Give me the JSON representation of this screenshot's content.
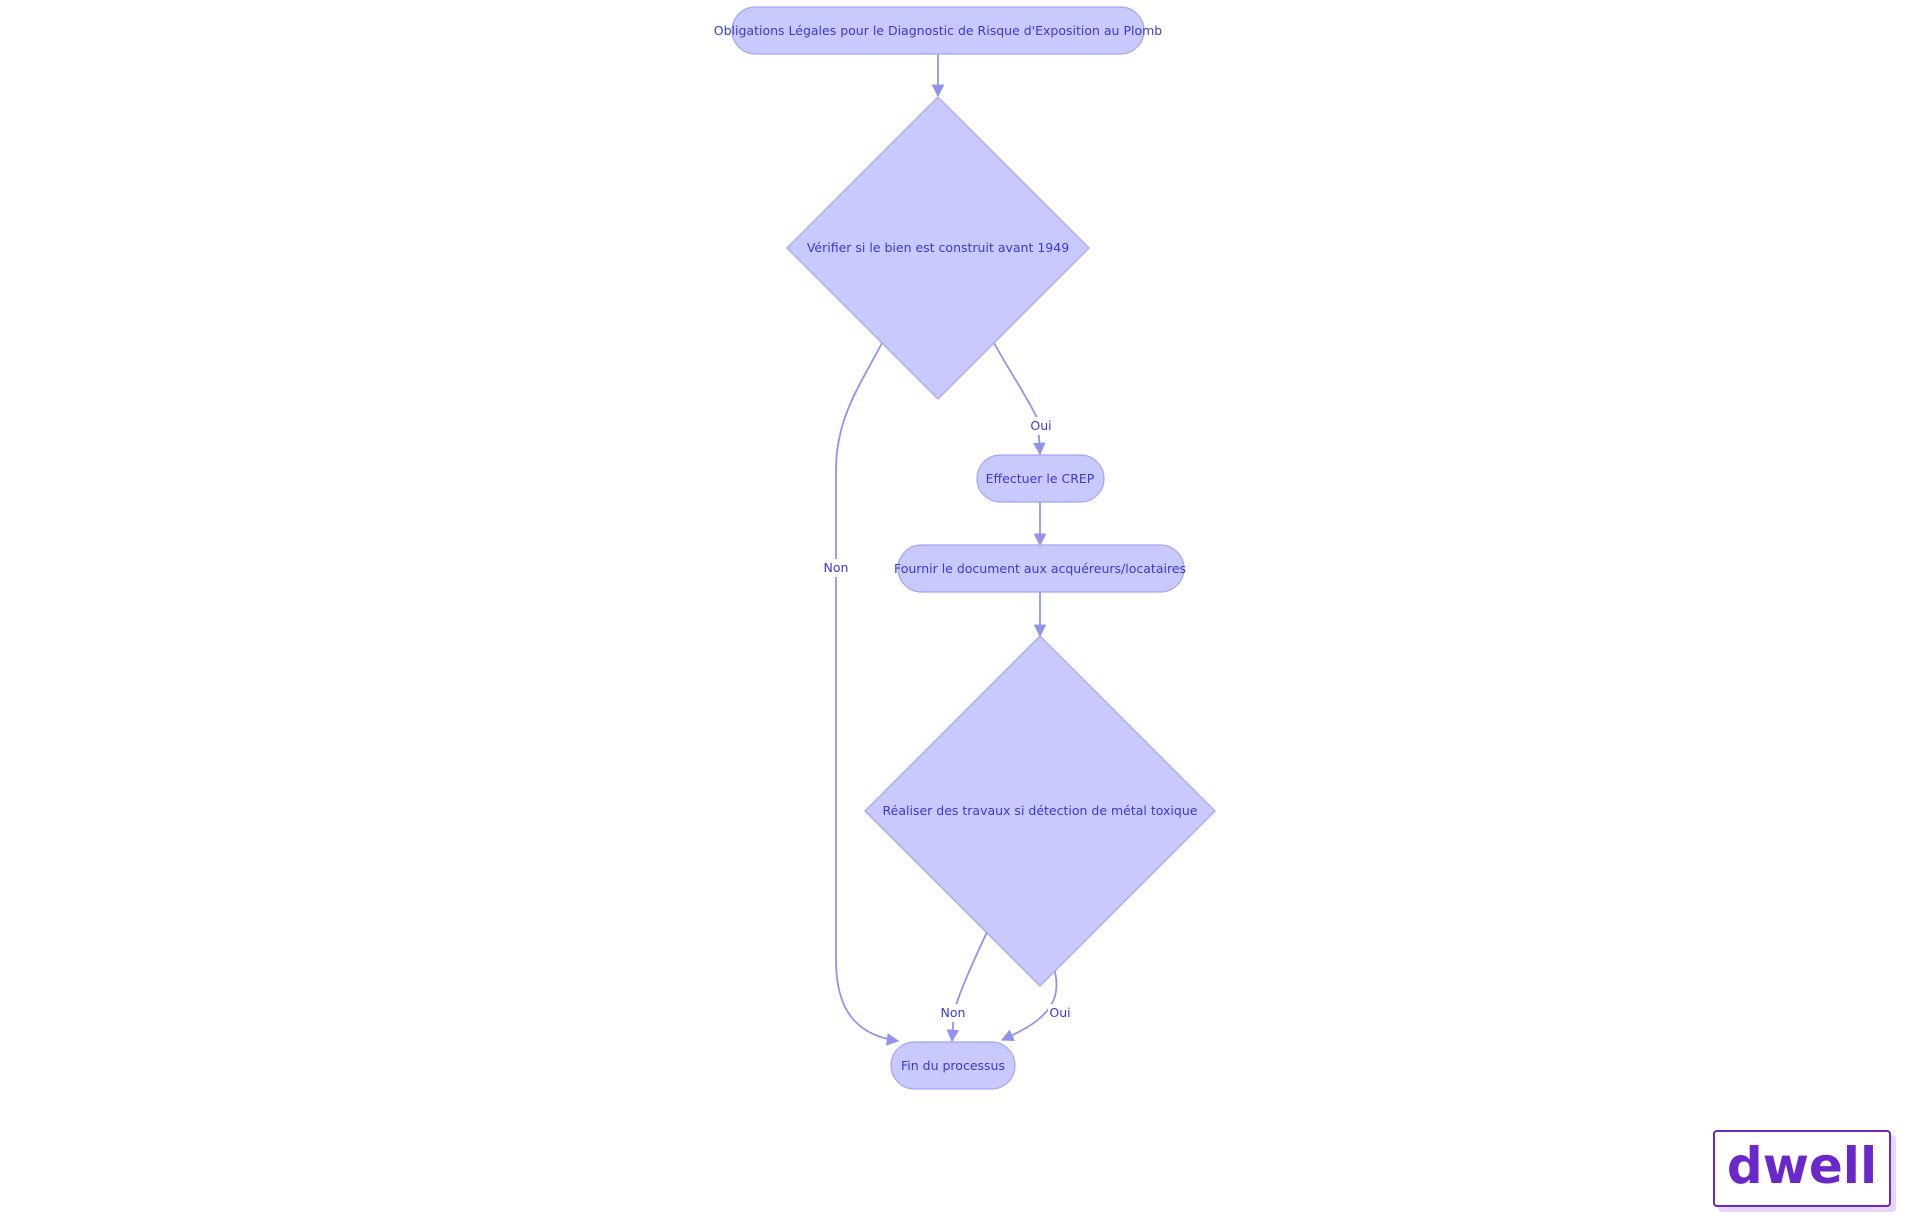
{
  "diagram": {
    "nodes": {
      "start": "Obligations Légales pour le Diagnostic de Risque d'Exposition au Plomb",
      "check_1949": "Vérifier si le bien est construit avant 1949",
      "crep": "Effectuer le CREP",
      "provide_doc": "Fournir le document aux acquéreurs/locataires",
      "works": "Réaliser des travaux si détection de métal toxique",
      "end": "Fin du processus"
    },
    "edges": {
      "check_oui": "Oui",
      "check_non": "Non",
      "works_non": "Non",
      "works_oui": "Oui"
    }
  },
  "logo": {
    "text": "dwell"
  },
  "colors": {
    "node_fill": "#c8c9fc",
    "node_stroke": "#a3a5f4",
    "edge": "#8f93ec",
    "text": "#3a3ad4",
    "logo": "#6a27c9"
  }
}
